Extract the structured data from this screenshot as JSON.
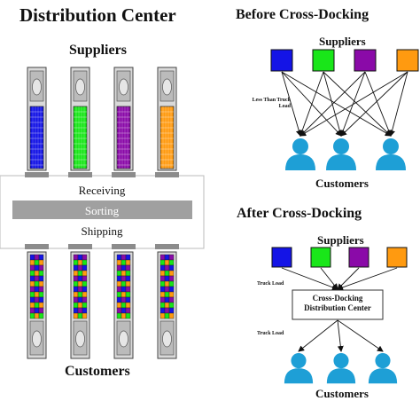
{
  "left": {
    "title": "Distribution Center",
    "top_label": "Suppliers",
    "bottom_label": "Customers",
    "stages": [
      "Receiving",
      "Sorting",
      "Shipping"
    ]
  },
  "before": {
    "title": "Before Cross-Docking",
    "suppliers_label": "Suppliers",
    "customers_label": "Customers",
    "annotation": "Less Than Truck Load"
  },
  "after": {
    "title": "After Cross-Docking",
    "suppliers_label": "Suppliers",
    "customers_label": "Customers",
    "hub_line1": "Cross-Docking",
    "hub_line2": "Distribution Center",
    "inbound_label": "Truck Load",
    "outbound_label": "Truck Load"
  },
  "colors": {
    "supplier_colors": [
      "#1414e6",
      "#19e619",
      "#8a0aa8",
      "#ff9a10"
    ],
    "customer_color": "#1e9fd6",
    "stage_bar": "#a0a0a0",
    "dock": "#8c8c8c"
  }
}
